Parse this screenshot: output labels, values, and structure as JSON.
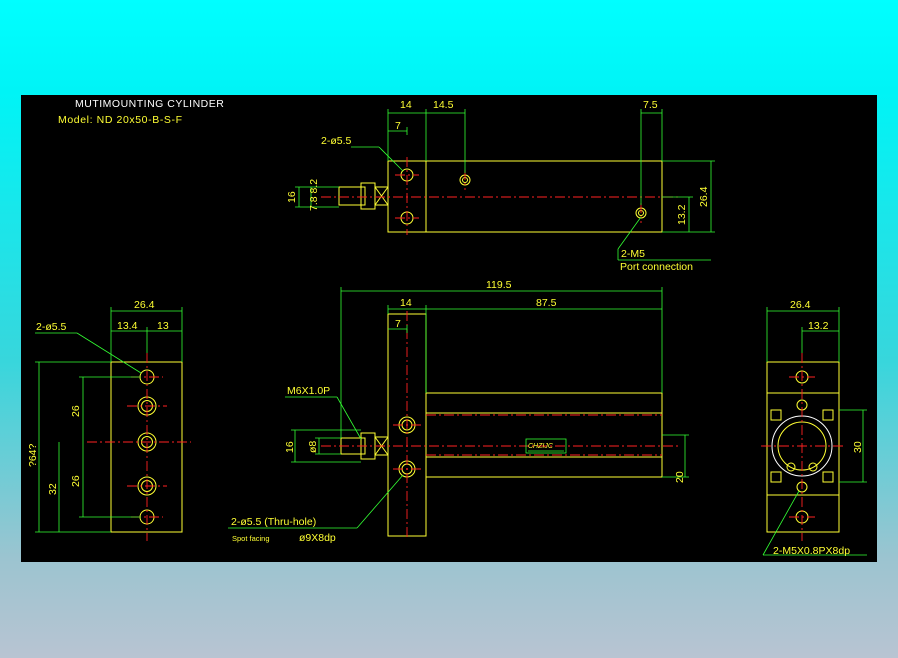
{
  "header": {
    "title": "MUTIMOUNTING CYLINDER",
    "model": "Model: ND 20x50-B-S-F"
  },
  "top_view": {
    "dim_14": "14",
    "dim_14_5": "14.5",
    "dim_7_5": "7.5",
    "dim_7": "7",
    "hole_label": "2-ø5.5",
    "dim_16": "16",
    "dim_7_8_8_2": "7.8 8.2",
    "dim_26_4": "26.4",
    "dim_13_2": "13.2",
    "port_label": "2-M5",
    "port_connection": "Port connection"
  },
  "front_view": {
    "dim_119_5": "119.5",
    "dim_14": "14",
    "dim_87_5": "87.5",
    "dim_7": "7",
    "thread_label": "M6X1.0P",
    "dim_16": "16",
    "dim_phi8": "ø8",
    "dim_20": "20",
    "hole_label": "2-ø5.5 (Thru-hole)",
    "spot_facing": "Spot facing",
    "counterbore": "ø9X8dp",
    "logo_text": "CHZIJC"
  },
  "left_view": {
    "dim_26_4": "26.4",
    "dim_13_4": "13.4",
    "dim_13": "13",
    "hole_label": "2-ø5.5",
    "dim_64": "?64?",
    "dim_26_a": "26",
    "dim_26_b": "26",
    "dim_32": "32"
  },
  "right_view": {
    "dim_26_4": "26.4",
    "dim_13_2": "13.2",
    "dim_30": "30",
    "thread_label": "2-M5X0.8PX8dp"
  },
  "colors": {
    "outline": "#ffff33",
    "dimension": "#33ff33",
    "centerline": "#ff2222",
    "background": "#000000"
  }
}
